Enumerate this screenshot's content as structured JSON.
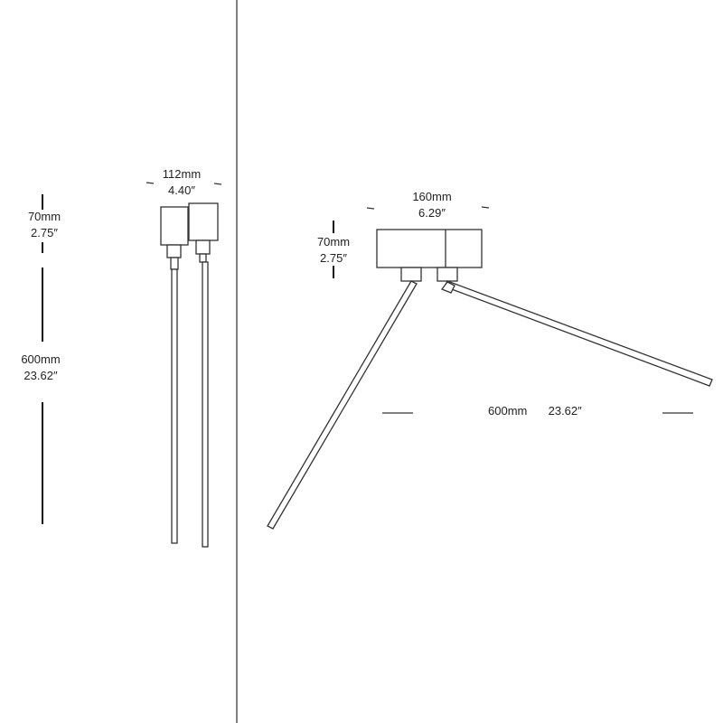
{
  "side_view": {
    "width_dimension": {
      "mm": "112mm",
      "inch": "4.40″"
    },
    "height_dimension": {
      "mm": "70mm",
      "inch": "2.75″"
    },
    "length_dimension": {
      "mm": "600mm",
      "inch": "23.62″"
    }
  },
  "front_view": {
    "width_dimension": {
      "mm": "160mm",
      "inch": "6.29″"
    },
    "height_dimension": {
      "mm": "70mm",
      "inch": "2.75″"
    },
    "arm_span_dimension": {
      "mm": "600mm",
      "inch": "23.62″"
    }
  },
  "colors": {
    "stroke": "#333333",
    "divider": "#555555",
    "background": "#ffffff"
  }
}
